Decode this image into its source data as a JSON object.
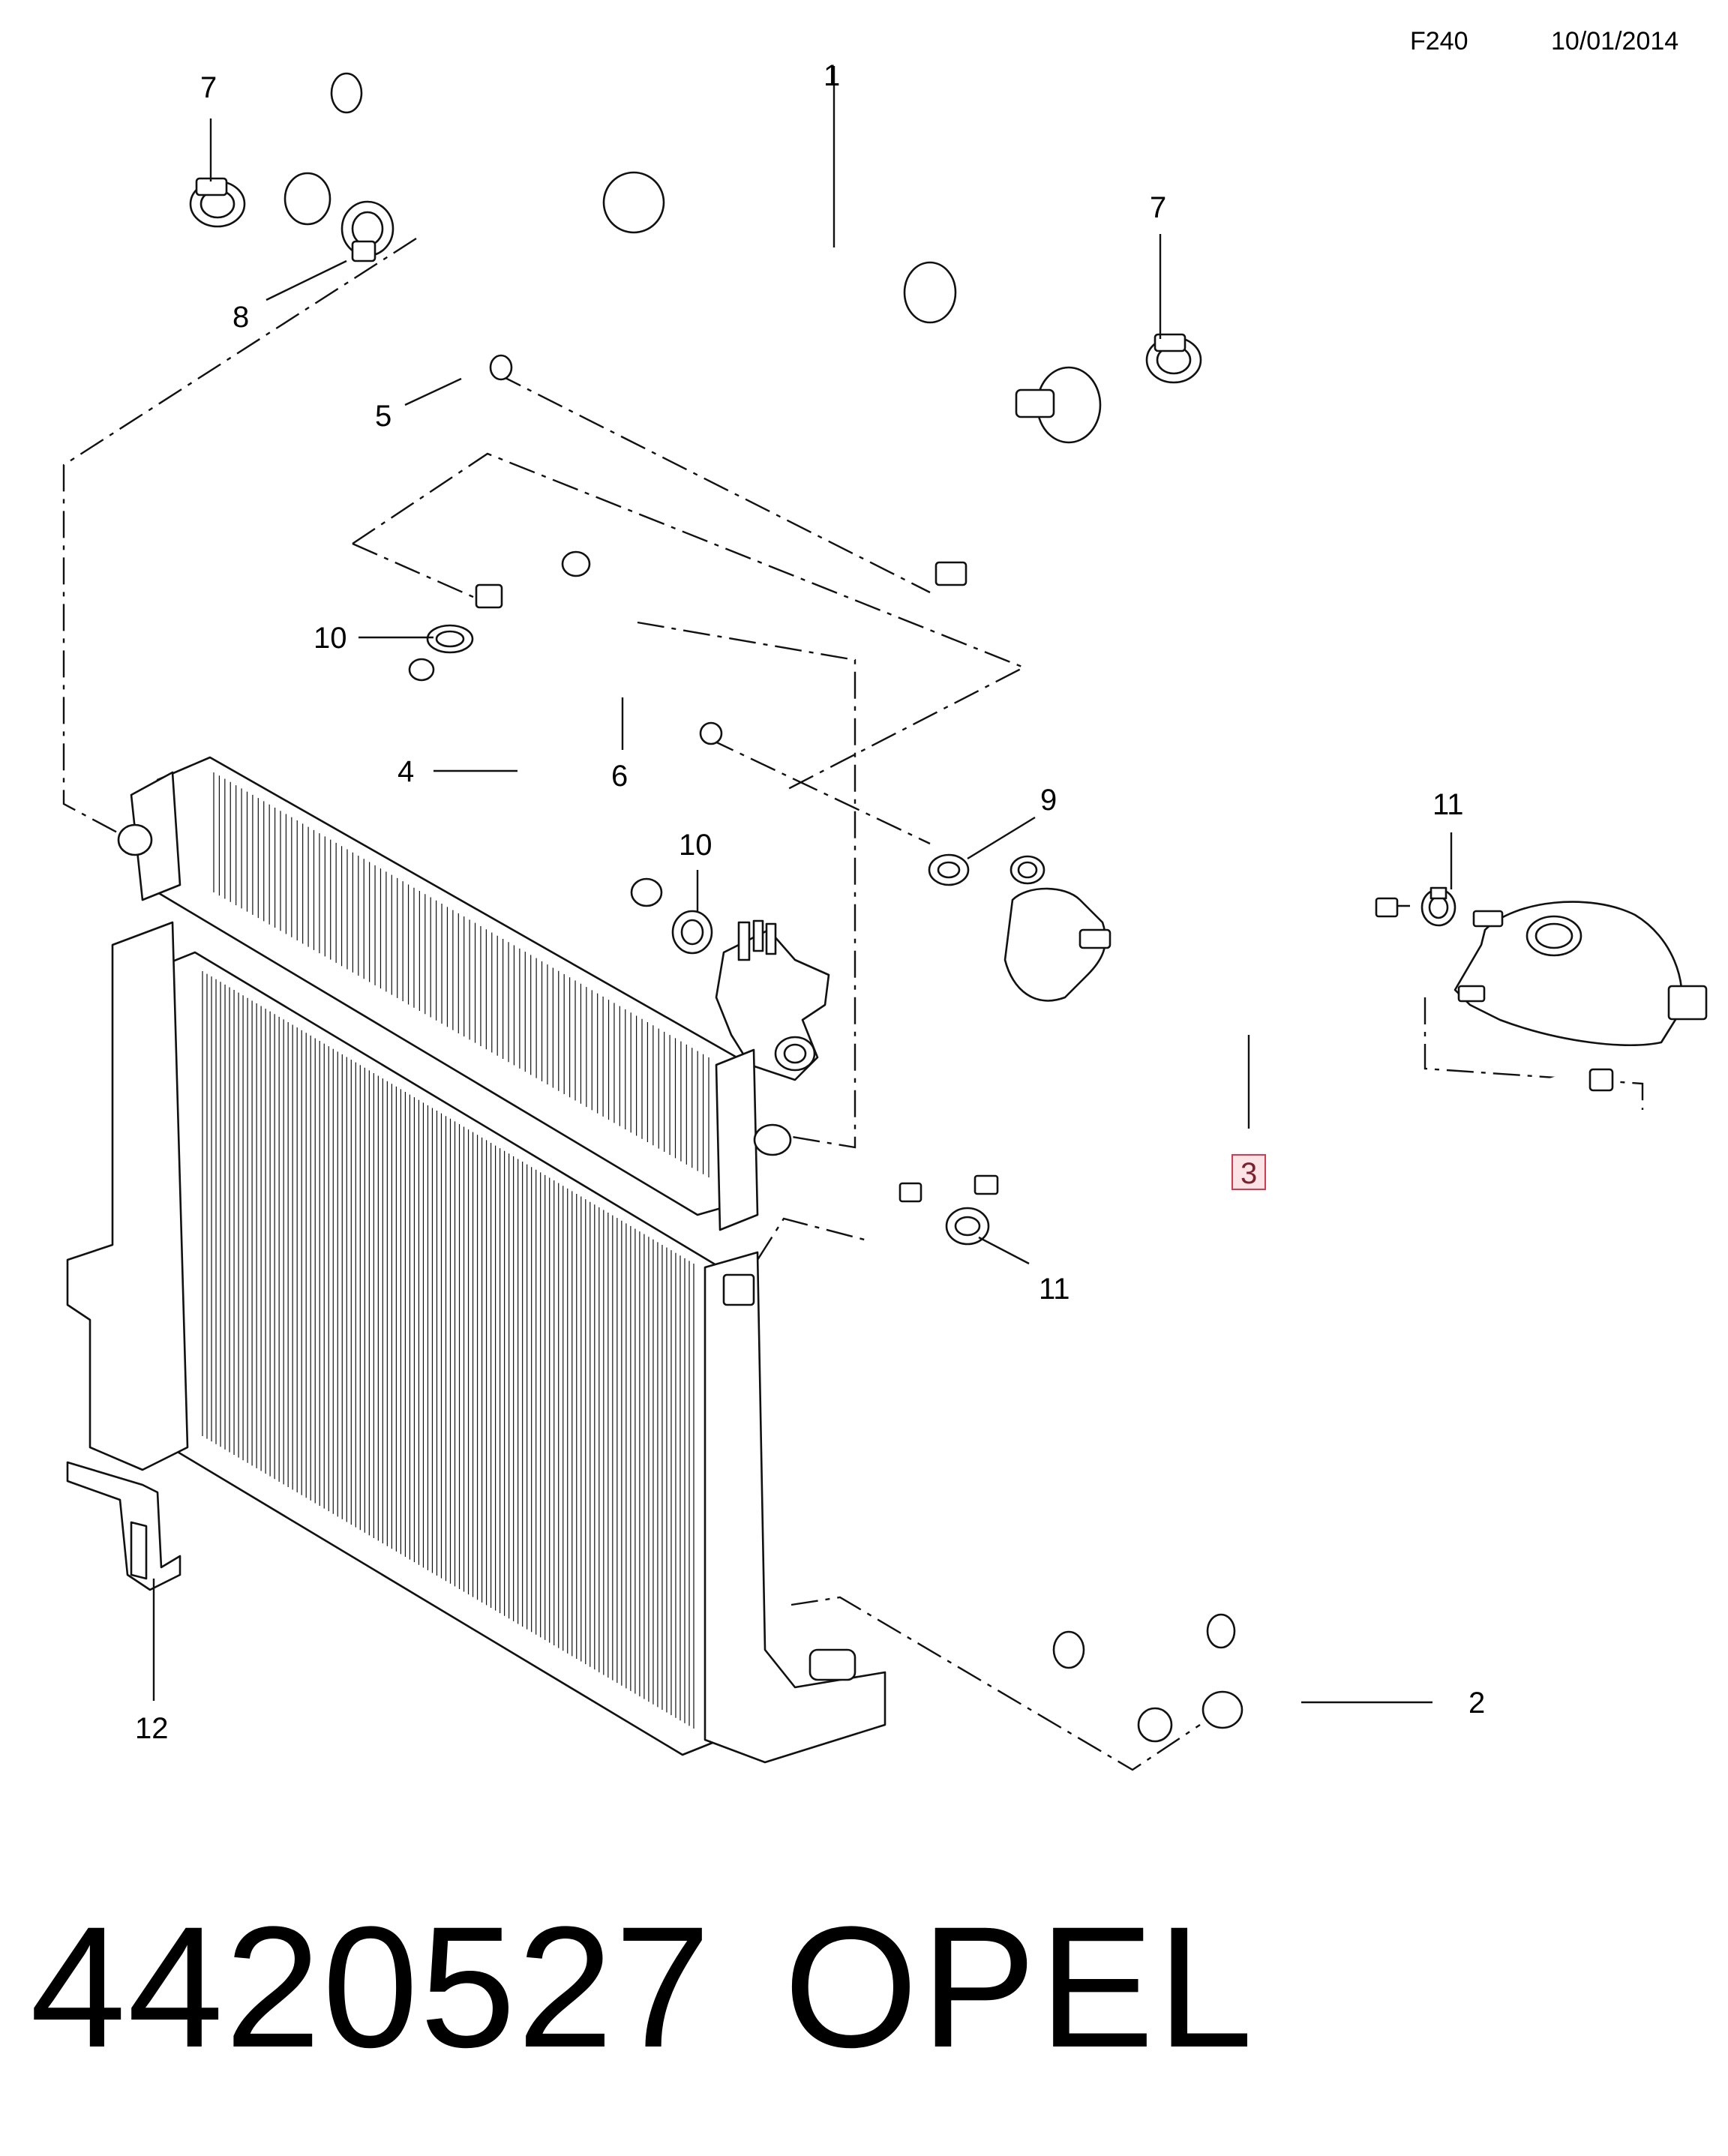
{
  "header": {
    "code": "F240",
    "date": "10/01/2014"
  },
  "footer": {
    "part_number": "4420527",
    "brand": "OPEL"
  },
  "callouts": [
    {
      "id": "c1",
      "label": "1"
    },
    {
      "id": "c2",
      "label": "2"
    },
    {
      "id": "c3",
      "label": "3",
      "highlighted": true
    },
    {
      "id": "c4",
      "label": "4"
    },
    {
      "id": "c5",
      "label": "5"
    },
    {
      "id": "c6",
      "label": "6"
    },
    {
      "id": "c7a",
      "label": "7"
    },
    {
      "id": "c7b",
      "label": "7"
    },
    {
      "id": "c8",
      "label": "8"
    },
    {
      "id": "c9",
      "label": "9"
    },
    {
      "id": "c10a",
      "label": "10"
    },
    {
      "id": "c10b",
      "label": "10"
    },
    {
      "id": "c11a",
      "label": "11"
    },
    {
      "id": "c11b",
      "label": "11"
    },
    {
      "id": "c12",
      "label": "12"
    }
  ],
  "colors": {
    "line": "#111111",
    "highlight_fill": "#fbe3e6",
    "highlight_stroke": "#d9394f"
  }
}
